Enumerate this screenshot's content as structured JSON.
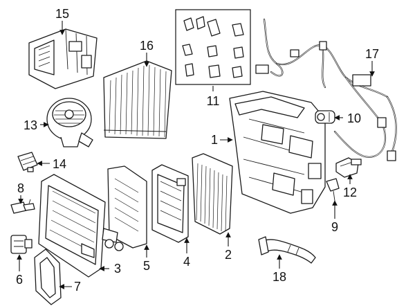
{
  "callouts": {
    "c1": "1",
    "c2": "2",
    "c3": "3",
    "c4": "4",
    "c5": "5",
    "c6": "6",
    "c7": "7",
    "c8": "8",
    "c9": "9",
    "c10": "10",
    "c11": "11",
    "c12": "12",
    "c13": "13",
    "c14": "14",
    "c15": "15",
    "c16": "16",
    "c17": "17",
    "c18": "18"
  },
  "style": {
    "line_color": "#1a1a1a",
    "background": "#ffffff"
  }
}
